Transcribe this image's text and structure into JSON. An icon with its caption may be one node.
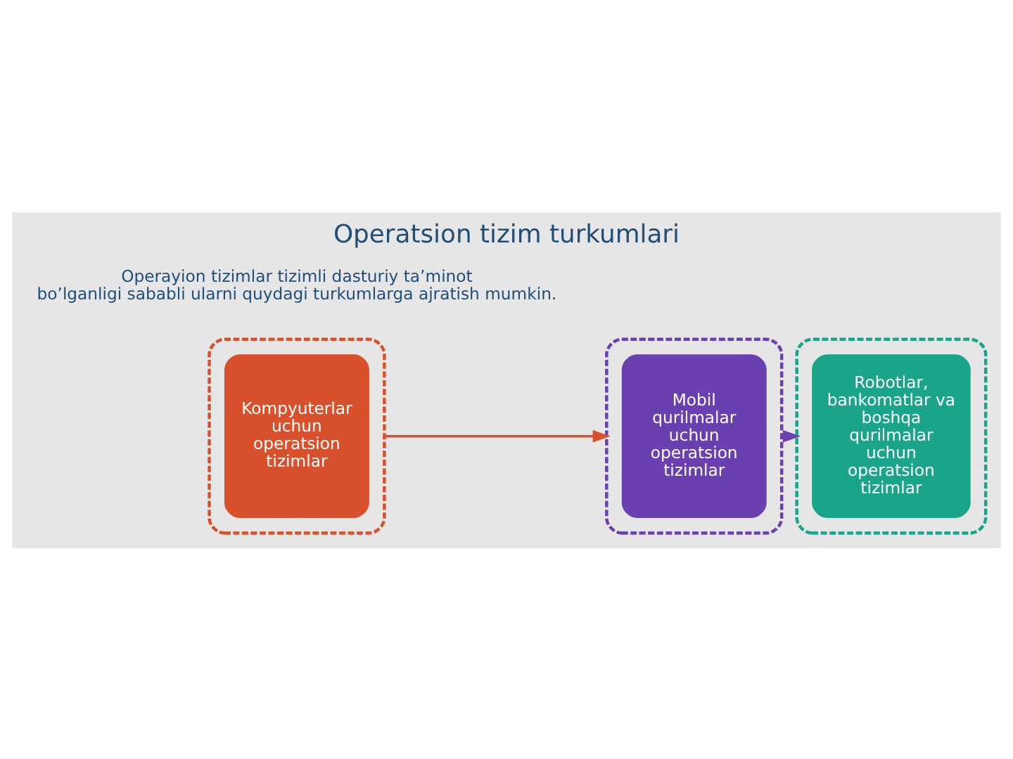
{
  "diagram": {
    "title": "Operatsion tizim turkumlari",
    "nodes": [
      {
        "text": [],
        "shape": "box"
      },
      {
        "text": [
          "Kompyuterlar uchun operatsion tizimlar"
        ],
        "in": 0
      },
      {
        "text": [],
        "shape": "box"
      },
      {
        "text": [
          "Mobil qurilmalar uchun operatsion tizimlar"
        ],
        "in": 2
      },
      {
        "text": [],
        "shape": "box"
      },
      {
        "text": [
          "Robotlar, bankomatlar va boshqa qurilmalar uchun operatsion tizimlar"
        ],
        "in": 4
      }
    ],
    "edges": [
      {
        "from": 0,
        "to": 2,
        "arrow": "to",
        "color": "#d9512c"
      },
      {
        "from": 2,
        "to": 4,
        "arrow": "to",
        "color": "#6a3fb0"
      }
    ],
    "labels": [
      "Operayion tizimlar tizimli dasturiy ta’minot bo’lganligi sababli ularni quydagi turkumlarga ajratish mumkin."
    ]
  }
}
